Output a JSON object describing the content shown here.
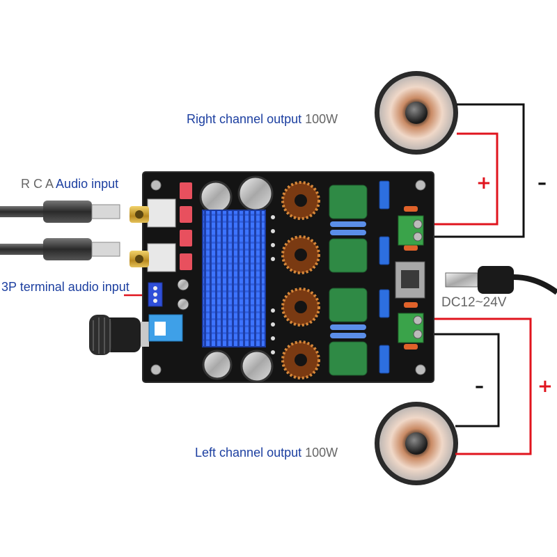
{
  "labels": {
    "right_output": "Right channel output",
    "right_power": "100W",
    "rca_prefix": "R C A",
    "rca_input": "Audio input",
    "terminal_input": "3P terminal audio input",
    "dc_input": "DC12~24V",
    "left_output": "Left channel output",
    "left_power": "100W"
  },
  "polarity": {
    "right_plus": "+",
    "right_minus": "–",
    "left_minus": "–",
    "left_plus": "+"
  },
  "colors": {
    "label_blue": "#1c3fa0",
    "label_gray": "#666666",
    "wire_red": "#e0141e",
    "wire_black": "#111111",
    "pcb": "#141414",
    "heatsink": "#2f5fe0",
    "capacitor_green": "#2f8a45",
    "terminal_green": "#3aa34a"
  }
}
